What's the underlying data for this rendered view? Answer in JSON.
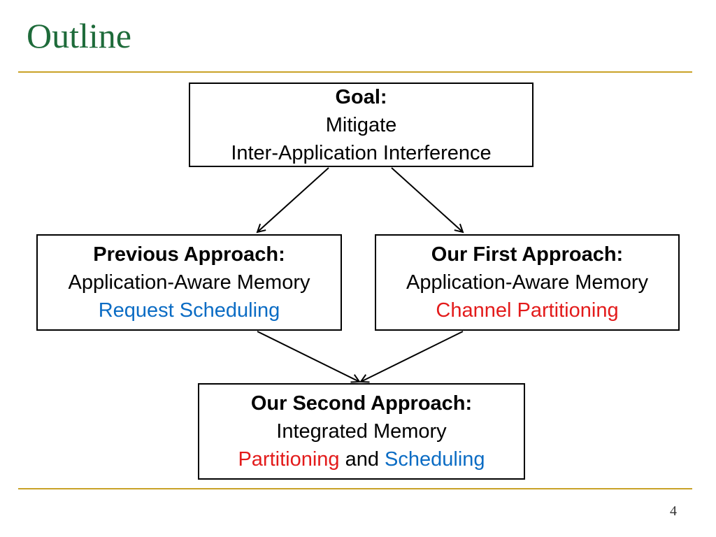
{
  "slide": {
    "title": "Outline",
    "page_number": "4"
  },
  "diagram": {
    "goal": {
      "heading": "Goal:",
      "line1": "Mitigate",
      "line2": "Inter-Application Interference"
    },
    "previous": {
      "heading": "Previous Approach:",
      "line1": "Application-Aware Memory",
      "line2": "Request Scheduling"
    },
    "first": {
      "heading": "Our First Approach:",
      "line1": "Application-Aware Memory",
      "line2": "Channel Partitioning"
    },
    "second": {
      "heading": "Our Second Approach:",
      "line1": "Integrated Memory",
      "line2_part1": "Partitioning",
      "line2_part2": "and",
      "line2_part3": "Scheduling"
    }
  },
  "colors": {
    "title": "#1e6b3a",
    "rule": "#c9a227",
    "blue_text": "#0b6cc4",
    "red_text": "#e31b1b"
  }
}
